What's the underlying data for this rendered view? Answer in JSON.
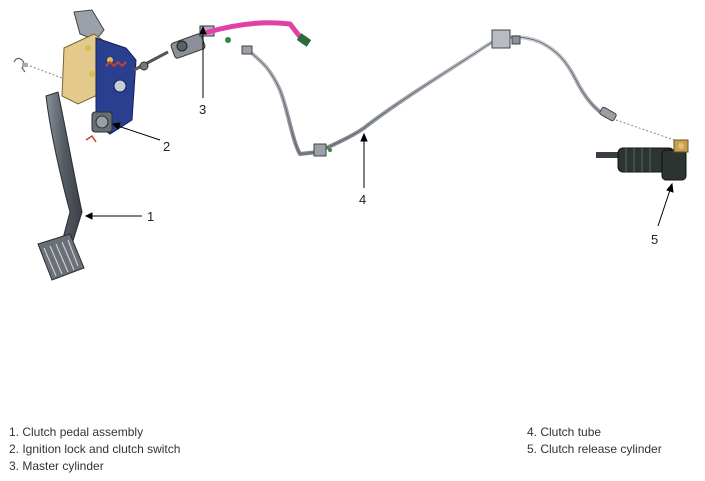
{
  "callouts": [
    {
      "num": "1",
      "label": "1. Clutch pedal assembly"
    },
    {
      "num": "2",
      "label": "2. Ignition lock and clutch switch"
    },
    {
      "num": "3",
      "label": "3. Master cylinder"
    },
    {
      "num": "4",
      "label": "4. Clutch tube"
    },
    {
      "num": "5",
      "label": "5. Clutch release cylinder"
    }
  ],
  "colors": {
    "pedal_metal": "#555b63",
    "bracket_tan": "#e3c98c",
    "bracket_blue": "#2a3f8f",
    "reservoir_hose": "#e040a8",
    "tube_steel": "#9aa0a6",
    "release_cylinder": "#2d3530",
    "fitting_brass": "#c8a050"
  }
}
